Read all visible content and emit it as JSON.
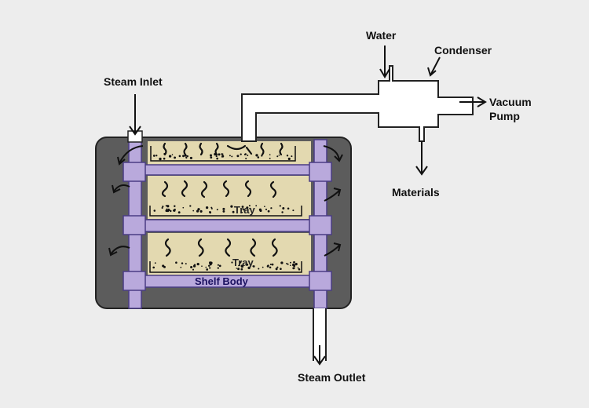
{
  "labels": {
    "water": "Water",
    "condenser": "Condenser",
    "steam_inlet": "Steam Inlet",
    "vacuum_pump_line1": "Vacuum",
    "vacuum_pump_line2": "Pump",
    "materials": "Materials",
    "tray_middle": "Tray",
    "tray_bottom": "Tray",
    "shelf_body": "Shelf Body",
    "steam_outlet": "Steam Outlet"
  },
  "colors": {
    "background": "#ededed",
    "chamber": "#5c5c5c",
    "tray_fill": "#e3d9b0",
    "shelf": "#b9a9dc",
    "shelf_stroke": "#4a3c84",
    "pipe_fill": "#ffffff"
  },
  "icons": {
    "flow_arrow": "curved-arrow",
    "vapor": "squiggle-icon",
    "granules": "dot-pattern"
  }
}
